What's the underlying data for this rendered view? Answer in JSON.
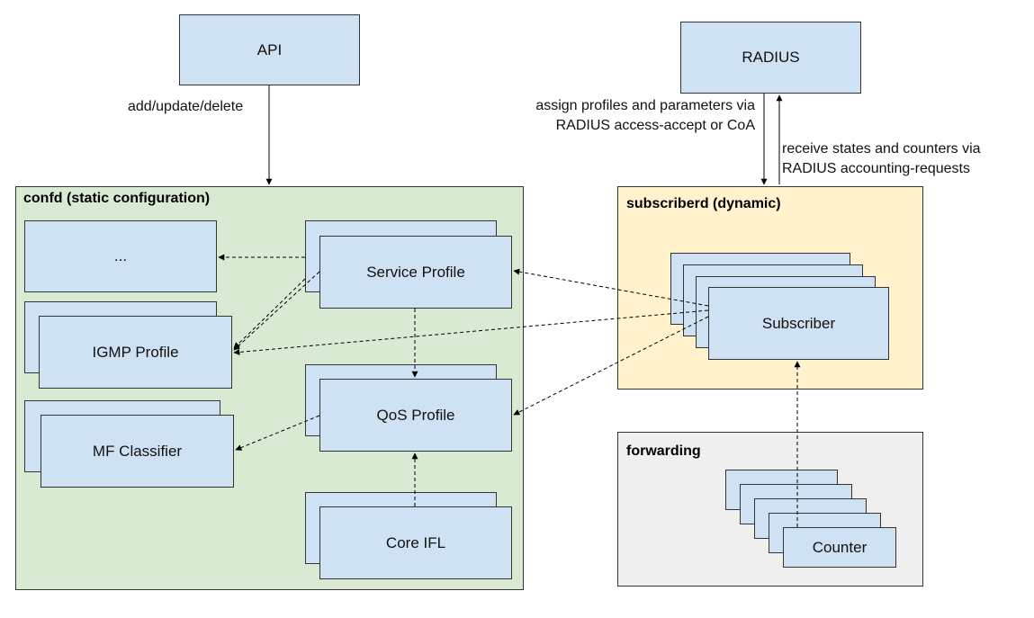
{
  "colors": {
    "node_fill": "#cfe2f3",
    "confd_fill": "#d9ead3",
    "subscriberd_fill": "#fff2cc",
    "forwarding_fill": "#efefef"
  },
  "nodes": {
    "api": "API",
    "radius": "RADIUS",
    "ellipsis": "...",
    "service_profile": "Service Profile",
    "igmp_profile": "IGMP Profile",
    "qos_profile": "QoS Profile",
    "mf_classifier": "MF Classifier",
    "core_ifl": "Core IFL",
    "subscriber": "Subscriber",
    "counter": "Counter"
  },
  "regions": {
    "confd": "confd (static configuration)",
    "subscriberd": "subscriberd (dynamic)",
    "forwarding": "forwarding"
  },
  "edge_labels": {
    "api_to_confd": "add/update/delete",
    "radius_to_subscriberd": [
      "assign profiles and parameters via",
      "RADIUS access-accept or CoA"
    ],
    "subscriberd_to_radius": [
      "receive states and counters via",
      "RADIUS accounting-requests"
    ]
  }
}
